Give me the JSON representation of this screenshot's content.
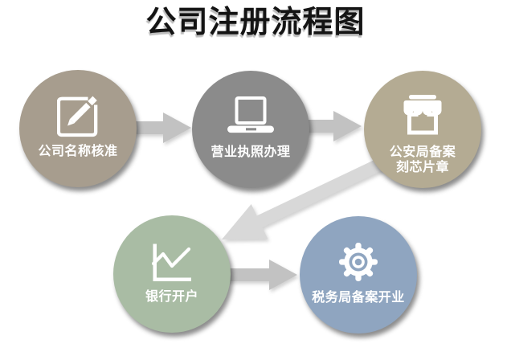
{
  "title": "公司注册流程图",
  "nodes": [
    {
      "label": "公司名称核准",
      "color": "#a79d8e",
      "icon": "edit-icon"
    },
    {
      "label": "营业执照办理",
      "color": "#8b8b8b",
      "icon": "laptop-icon"
    },
    {
      "label": "公安局备案",
      "label2": "刻芯片章",
      "color": "#b4ab93",
      "icon": "storefront-icon"
    },
    {
      "label": "银行开户",
      "color": "#a9bca4",
      "icon": "line-chart-icon"
    },
    {
      "label": "税务局备案开业",
      "color": "#8fa5c0",
      "icon": "gear-icon"
    }
  ],
  "arrows": [
    {
      "from": "公司名称核准",
      "to": "营业执照办理"
    },
    {
      "from": "营业执照办理",
      "to": "公安局备案刻芯片章"
    },
    {
      "from": "公安局备案刻芯片章",
      "to": "银行开户"
    },
    {
      "from": "银行开户",
      "to": "税务局备案开业"
    }
  ],
  "colors": {
    "background": "#ffffff",
    "title_text": "#141414",
    "arrow": "#c2c2c2",
    "arrow_diagonal": "#d8d8d8",
    "icon": "#ffffff",
    "label_text": "#ffffff"
  }
}
